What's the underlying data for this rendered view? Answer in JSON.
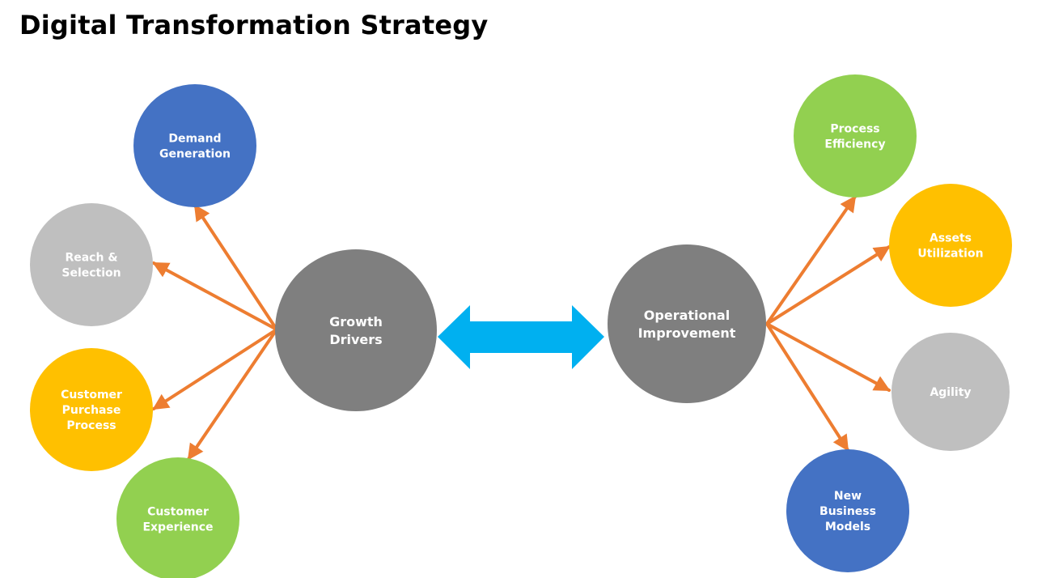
{
  "title": "Digital Transformation Strategy",
  "colors": {
    "blue": "#4472C4",
    "gray_light": "#BFBFBF",
    "gold": "#FFC000",
    "green": "#92D050",
    "hub": "#7F7F7F",
    "connector": "#ED7D31",
    "double_arrow": "#00B0F0",
    "text_light": "#FFFFFF"
  },
  "hubs": {
    "left": {
      "lines": [
        "Growth",
        "Drivers"
      ]
    },
    "right": {
      "lines": [
        "Operational",
        "Improvement"
      ]
    }
  },
  "left_nodes": [
    {
      "id": "demand-generation",
      "lines": [
        "Demand",
        "Generation"
      ],
      "color": "blue"
    },
    {
      "id": "reach-selection",
      "lines": [
        "Reach &",
        "Selection"
      ],
      "color": "gray_light"
    },
    {
      "id": "customer-purchase-process",
      "lines": [
        "Customer",
        "Purchase",
        "Process"
      ],
      "color": "gold"
    },
    {
      "id": "customer-experience",
      "lines": [
        "Customer",
        "Experience"
      ],
      "color": "green"
    }
  ],
  "right_nodes": [
    {
      "id": "process-efficiency",
      "lines": [
        "Process",
        "Efficiency"
      ],
      "color": "green"
    },
    {
      "id": "assets-utilization",
      "lines": [
        "Assets",
        "Utilization"
      ],
      "color": "gold"
    },
    {
      "id": "agility",
      "lines": [
        "Agility"
      ],
      "color": "gray_light"
    },
    {
      "id": "new-business-models",
      "lines": [
        "New",
        "Business",
        "Models"
      ],
      "color": "blue"
    }
  ]
}
